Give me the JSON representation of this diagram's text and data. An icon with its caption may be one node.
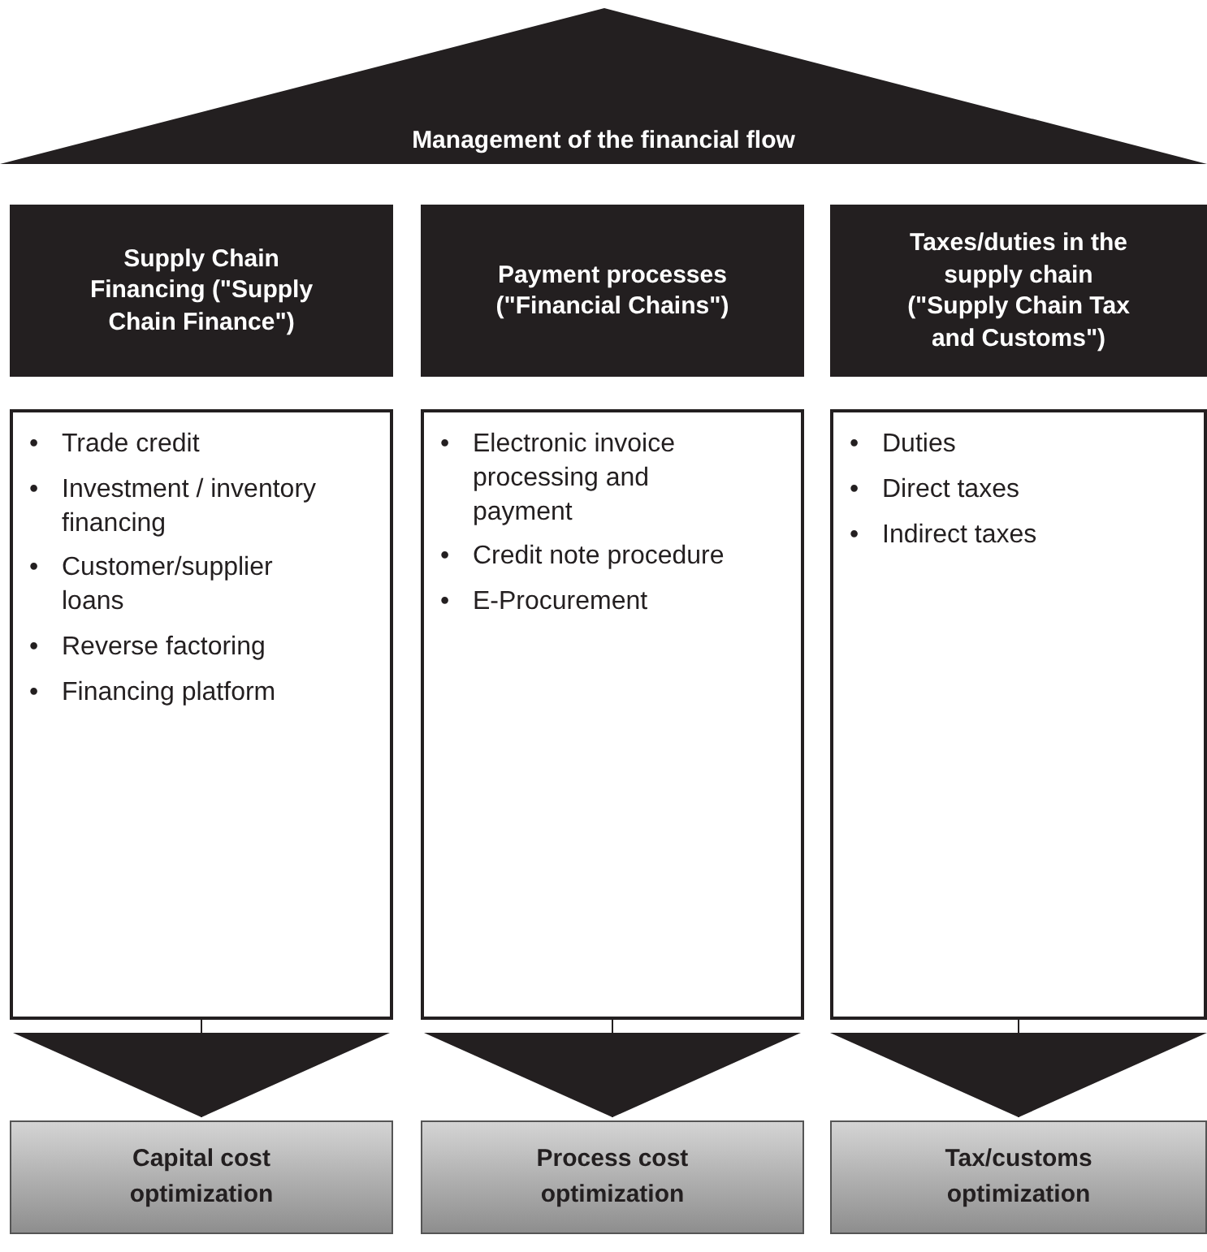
{
  "diagram": {
    "nodes": [
      {
        "text": [
          "Management of the financial flow"
        ]
      },
      {
        "text": [
          "Supply Chain Financing (\"Supply Chain Finance\")"
        ]
      },
      {
        "text": [
          "Payment processes (\"Financial Chains\")"
        ]
      },
      {
        "text": [
          "Taxes/duties in the supply chain (\"Supply Chain Tax and Customs\")"
        ]
      },
      {
        "text": [
          "Trade credit",
          "Investment / inventory financing",
          "Customer/supplier loans",
          "Reverse factoring",
          "Financing platform"
        ]
      },
      {
        "text": [
          "Electronic invoice processing and payment",
          "Credit note procedure",
          "E-Procurement"
        ]
      },
      {
        "text": [
          "Duties",
          "Direct taxes",
          "Indirect taxes"
        ]
      },
      {
        "text": [
          "Capital cost optimization"
        ]
      },
      {
        "text": [
          "Process cost optimization"
        ]
      },
      {
        "text": [
          "Tax/customs optimization"
        ]
      }
    ],
    "edges": [
      {
        "from": 4,
        "to": 7,
        "arrow": "to"
      },
      {
        "from": 5,
        "to": 8,
        "arrow": "to"
      },
      {
        "from": 6,
        "to": 9,
        "arrow": "to"
      }
    ],
    "labels": [
      "•",
      "•",
      "•",
      "•",
      "•",
      "•",
      "•",
      "•",
      "•",
      "•",
      "•"
    ]
  }
}
